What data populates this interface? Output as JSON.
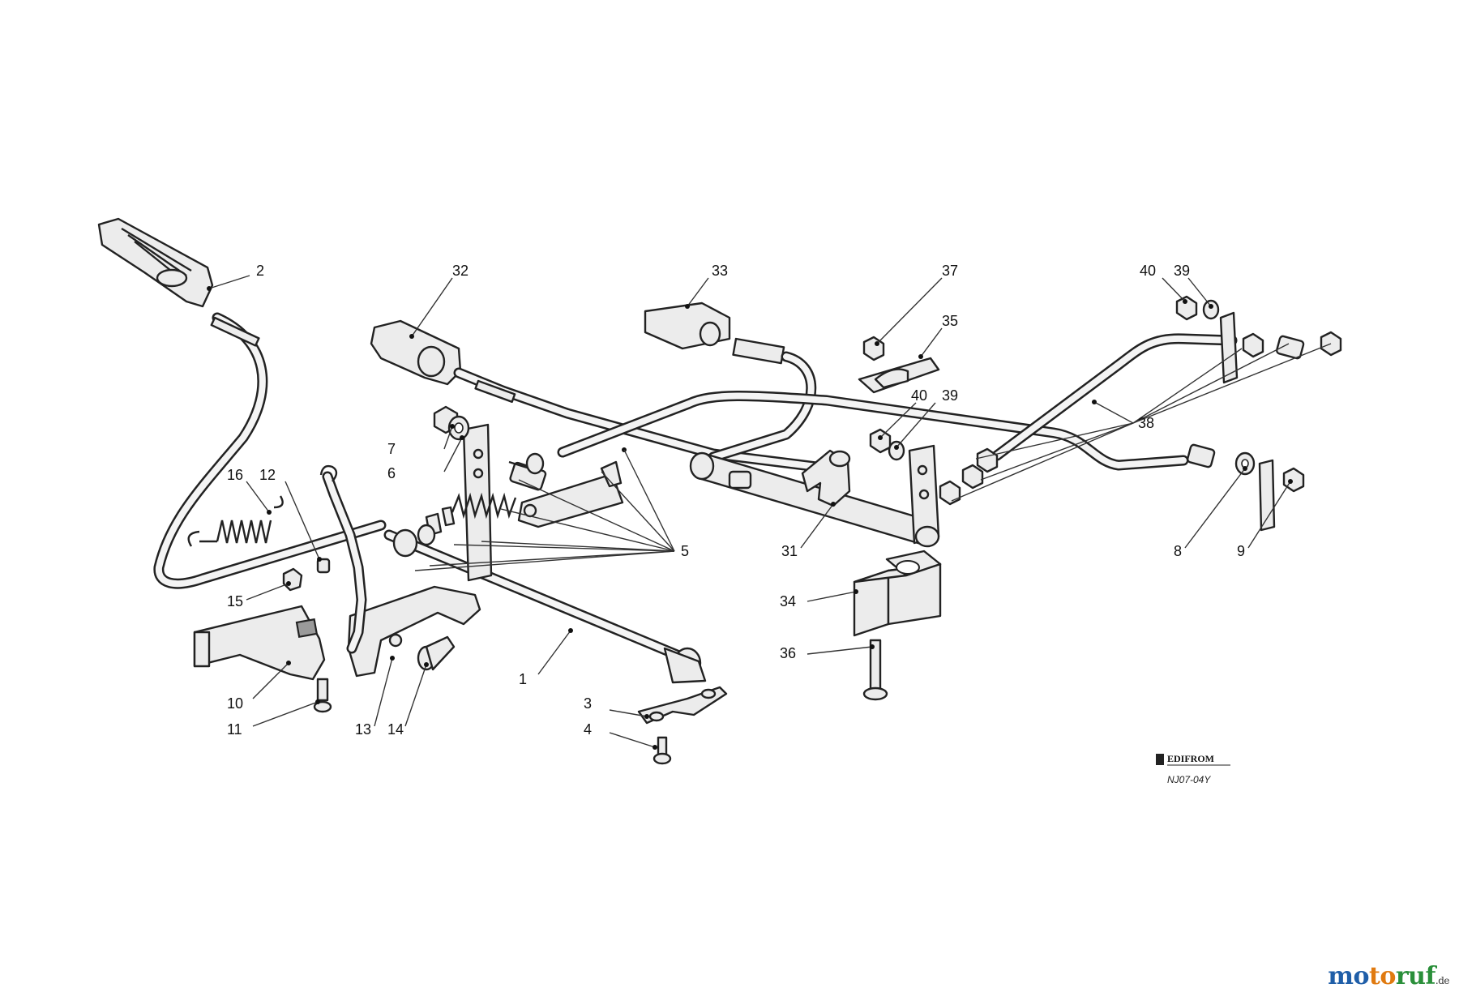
{
  "parts": [
    {
      "no": "1"
    },
    {
      "no": "2"
    },
    {
      "no": "3"
    },
    {
      "no": "4"
    },
    {
      "no": "5"
    },
    {
      "no": "6"
    },
    {
      "no": "7"
    },
    {
      "no": "8"
    },
    {
      "no": "9"
    },
    {
      "no": "10"
    },
    {
      "no": "11"
    },
    {
      "no": "12"
    },
    {
      "no": "13"
    },
    {
      "no": "14"
    },
    {
      "no": "15"
    },
    {
      "no": "16"
    },
    {
      "no": "31"
    },
    {
      "no": "32"
    },
    {
      "no": "33"
    },
    {
      "no": "34"
    },
    {
      "no": "35"
    },
    {
      "no": "36"
    },
    {
      "no": "37"
    },
    {
      "no": "38"
    },
    {
      "no": "39"
    },
    {
      "no": "40"
    }
  ],
  "stamp": {
    "brand": "EDIFROM",
    "code": "NJ07-04Y"
  },
  "watermark": {
    "name": "motoruf",
    "tld": ".de"
  },
  "colors": {
    "line": "#222222",
    "background": "#ffffff",
    "logo_blue": "#1f5ea8",
    "logo_orange": "#e07a10",
    "logo_green": "#2a8f3a"
  }
}
